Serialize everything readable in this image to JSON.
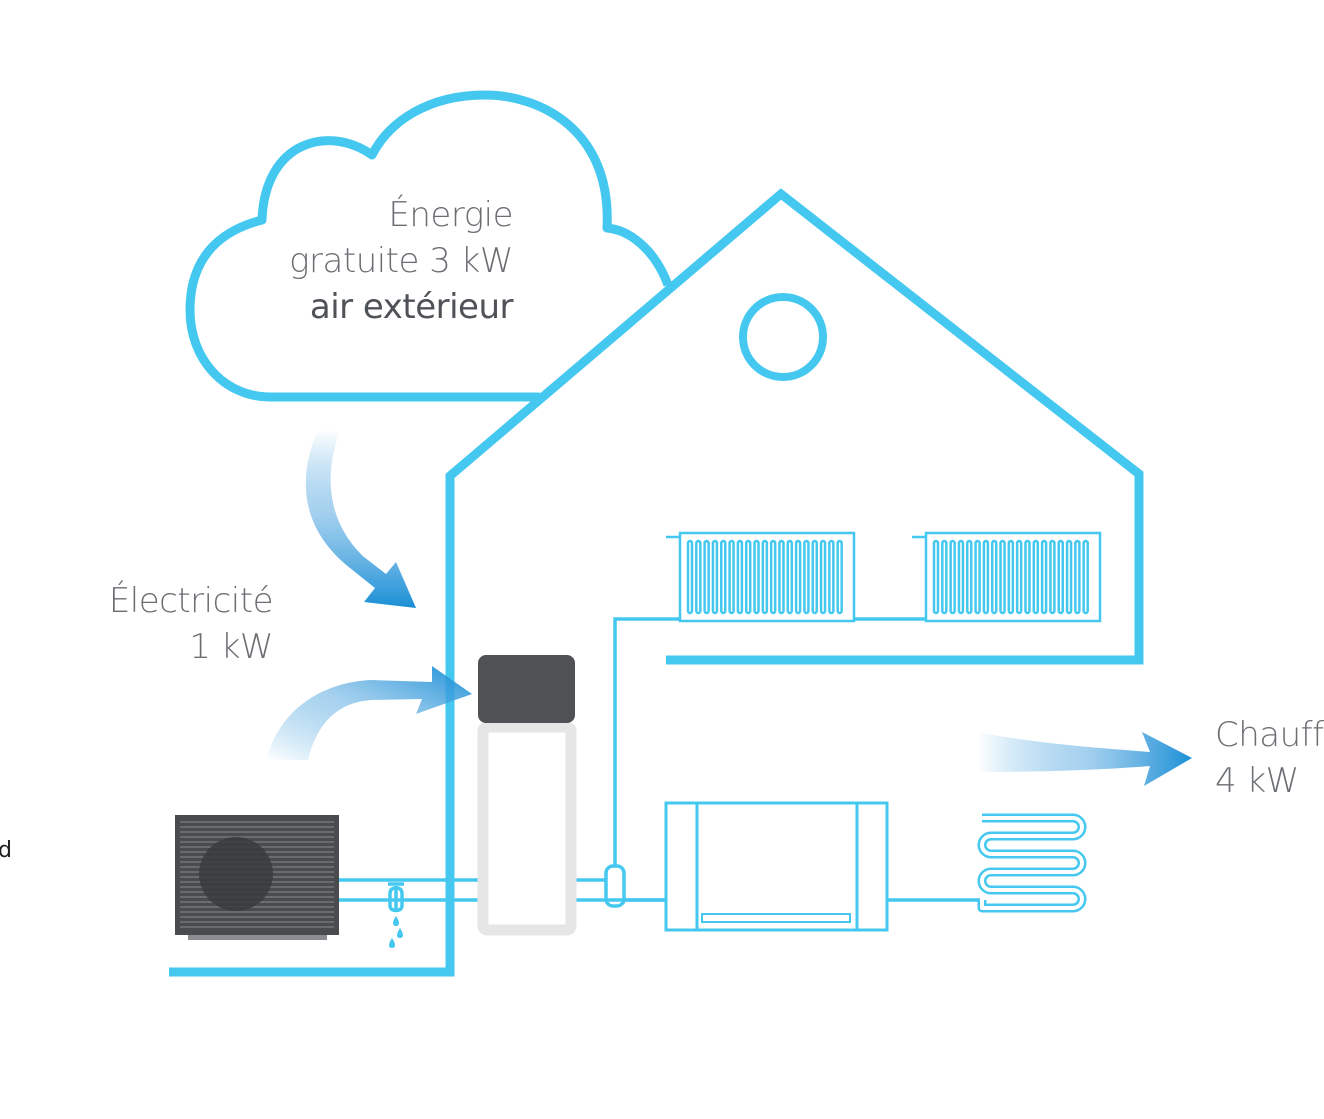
{
  "cloud_label": {
    "line1": "Énergie",
    "line2": "gratuite 3 kW",
    "line3": "air extérieur"
  },
  "electricity_label": {
    "line1": "Électricité",
    "line2": "1 kW"
  },
  "heating_label": {
    "line1": "Chauffa",
    "line2": "4 kW"
  },
  "edge_fragment": "d",
  "colors": {
    "outline": "#45c8f0",
    "arrow": "#1a8fd6",
    "tank_top": "#505155",
    "tank_body": "#e6e6e6",
    "outdoor_unit": "#4a4b4e",
    "text": "#6b6e73"
  },
  "icons": [
    "cloud-icon",
    "house-outline-icon",
    "round-window-icon",
    "radiator-icon",
    "heat-pump-outdoor-unit-icon",
    "water-tank-icon",
    "drain-valve-icon",
    "fan-convector-icon",
    "underfloor-heating-coil-icon",
    "flow-arrow-icon"
  ]
}
